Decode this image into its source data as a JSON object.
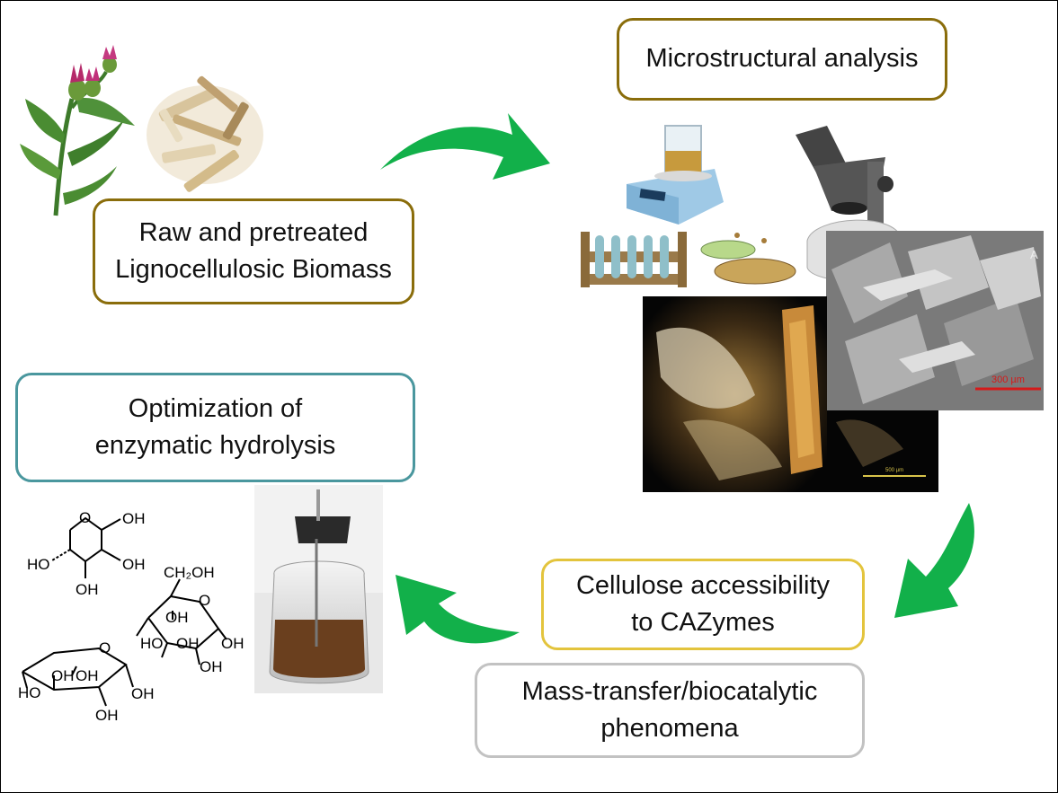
{
  "boxes": {
    "microstructural": "Microstructural analysis",
    "raw_biomass": "Raw and pretreated\nLignocellulosic Biomass",
    "optimization": "Optimization of\nenzymatic hydrolysis",
    "cellulose": "Cellulose accessibility\nto CAZymes",
    "mass_transfer": "Mass-transfer/biocatalytic\nphenomena"
  },
  "micrograph_scale_labels": {
    "sem": "300 µm",
    "optical": "500 µm",
    "sem_panel_letter": "A"
  },
  "sugar_labels": {
    "oh": "OH",
    "ho": "HO",
    "o": "O",
    "ch2oh": "CH₂OH"
  },
  "colors": {
    "arrow_green": "#12b04a",
    "box_brown": "#8a6d0b",
    "box_teal": "#4a979e",
    "box_yellow": "#e3c43d",
    "box_gray": "#c2c2c2"
  }
}
